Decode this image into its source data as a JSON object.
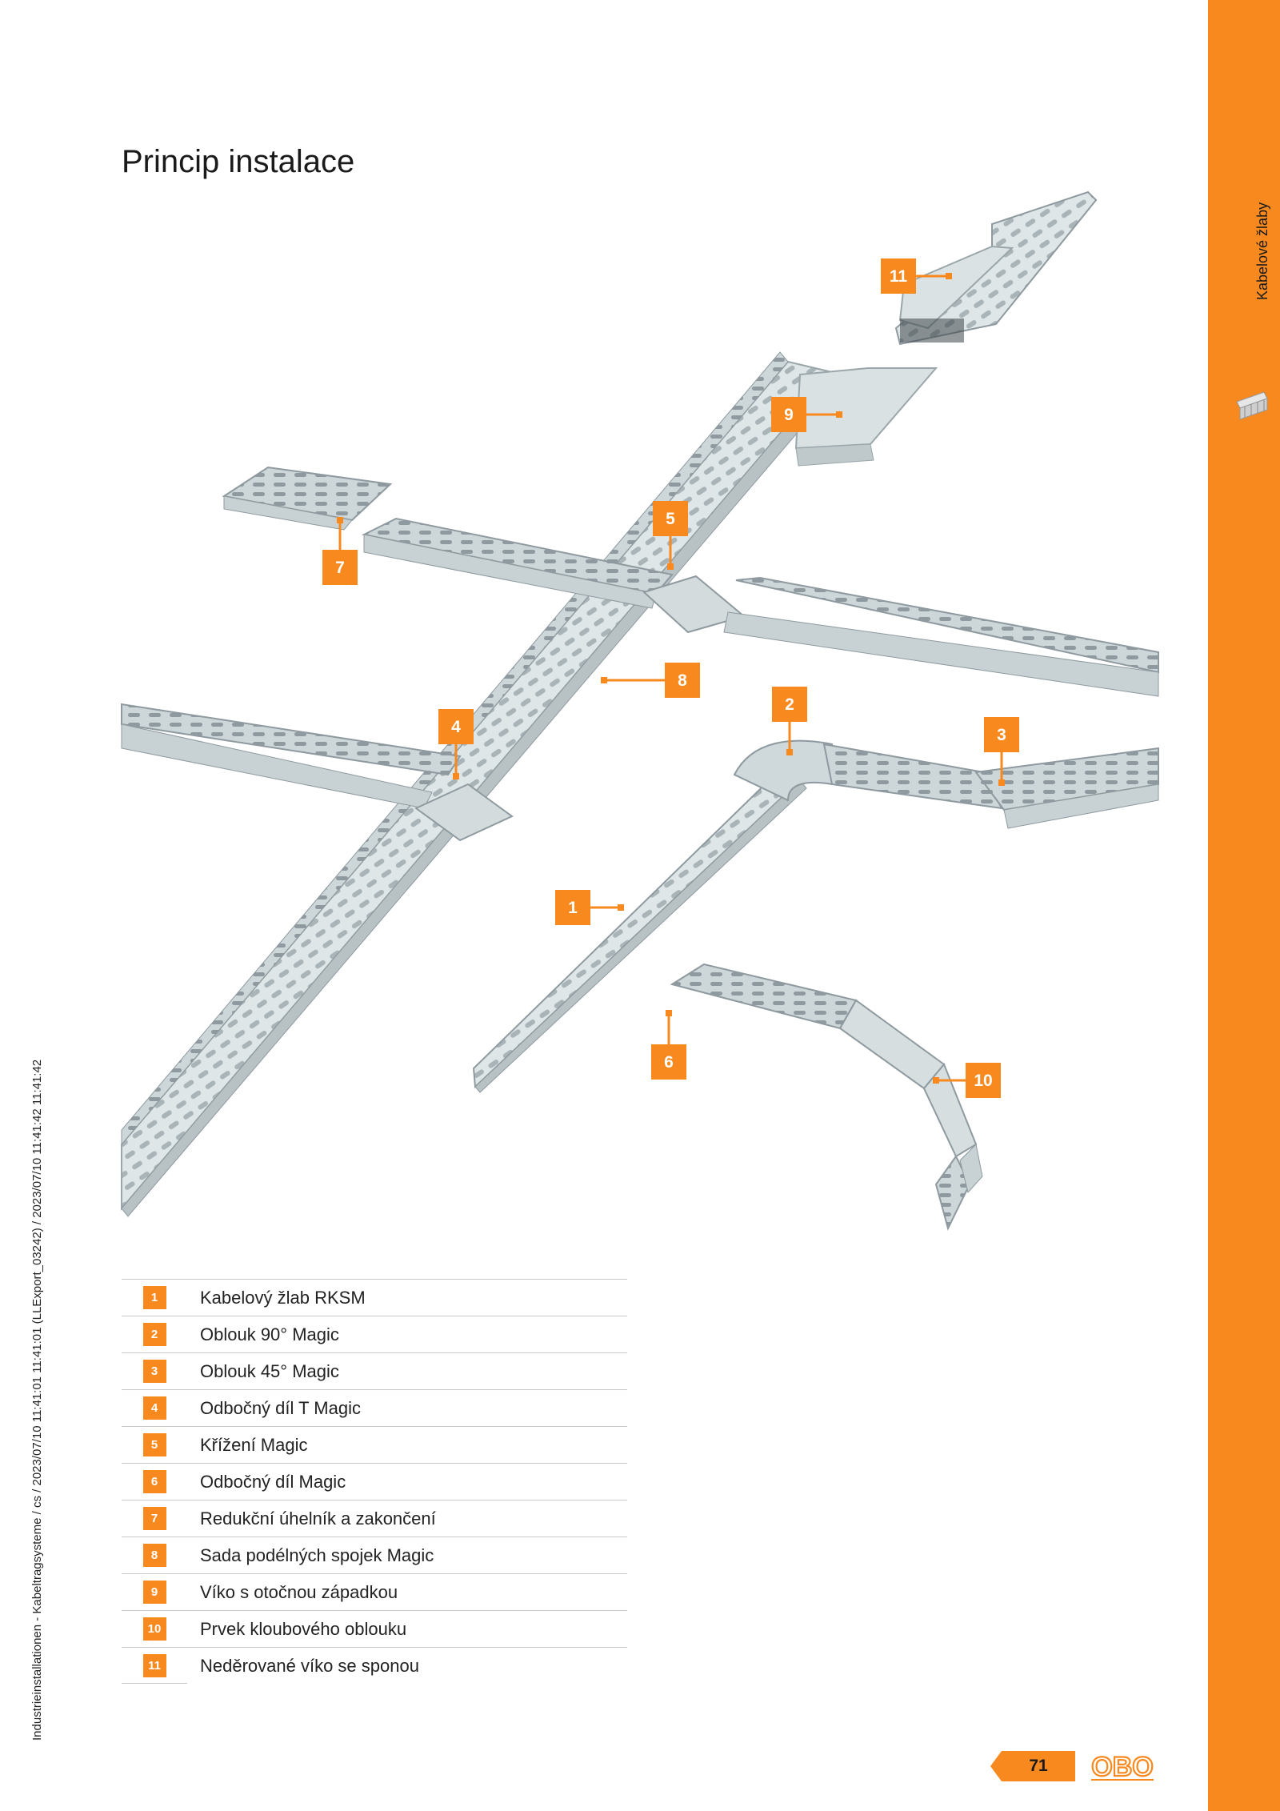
{
  "page": {
    "title": "Princip instalace",
    "page_number": "71"
  },
  "sidebar": {
    "section_label": "Kabelové žlaby",
    "icon": "cable-tray-icon"
  },
  "meta": {
    "print_info": "Industrieinstallationen - Kabeltragsysteme / cs / 2023/07/10 11:41:01 11:41:01 (LLExport_03242) / 2023/07/10 11:41:42 11:41:42"
  },
  "brand": {
    "logo_text": "OBO"
  },
  "colors": {
    "accent": "#f7891f",
    "steel": "#c9d3d6"
  },
  "callouts": [
    "11",
    "9",
    "5",
    "7",
    "8",
    "4",
    "2",
    "3",
    "1",
    "6",
    "10"
  ],
  "legend": [
    {
      "num": "1",
      "text": "Kabelový žlab RKSM"
    },
    {
      "num": "2",
      "text": "Oblouk 90° Magic"
    },
    {
      "num": "3",
      "text": "Oblouk 45° Magic"
    },
    {
      "num": "4",
      "text": "Odbočný díl T Magic"
    },
    {
      "num": "5",
      "text": "Křížení Magic"
    },
    {
      "num": "6",
      "text": "Odbočný díl Magic"
    },
    {
      "num": "7",
      "text": "Redukční úhelník a zakončení"
    },
    {
      "num": "8",
      "text": "Sada podélných spojek Magic"
    },
    {
      "num": "9",
      "text": "Víko s otočnou západkou"
    },
    {
      "num": "10",
      "text": "Prvek kloubového oblouku"
    },
    {
      "num": "11",
      "text": "Neděrované víko se sponou"
    }
  ]
}
